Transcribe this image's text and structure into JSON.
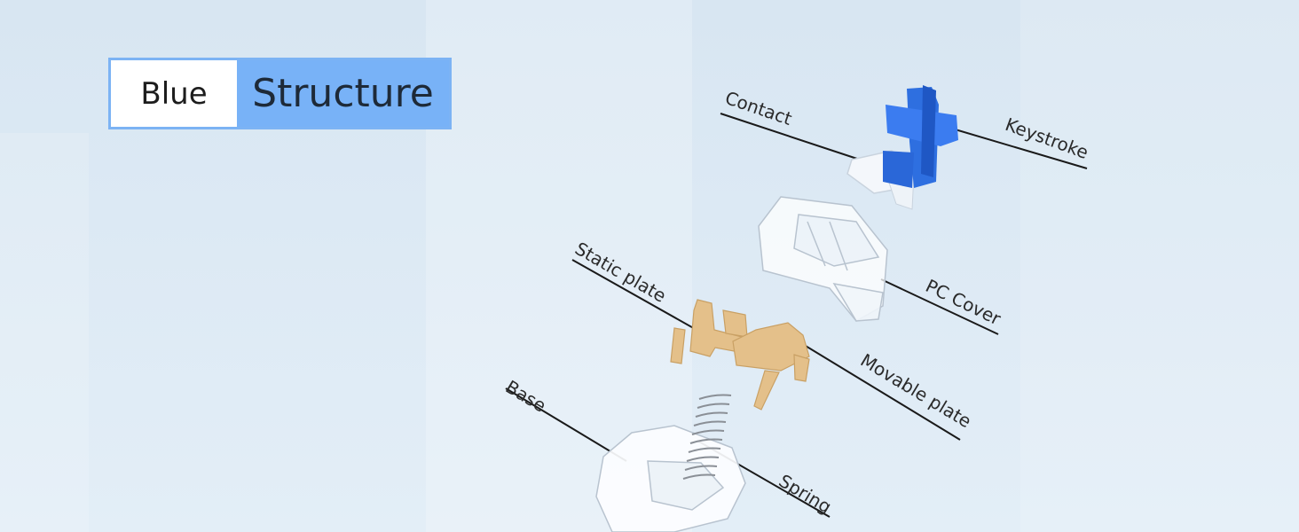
{
  "title": {
    "left": "Blue",
    "right": "Structure"
  },
  "parts": {
    "contact": "Contact",
    "keystroke": "Keystroke",
    "pc_cover": "PC Cover",
    "static_plate": "Static plate",
    "movable_plate": "Movable plate",
    "base": "Base",
    "spring": "Spring"
  },
  "colors": {
    "accent_blue": "#78b2f7",
    "stem_blue": "#2e6fe0",
    "metal_gold": "#e4c08a",
    "line": "#1a1a1a"
  }
}
